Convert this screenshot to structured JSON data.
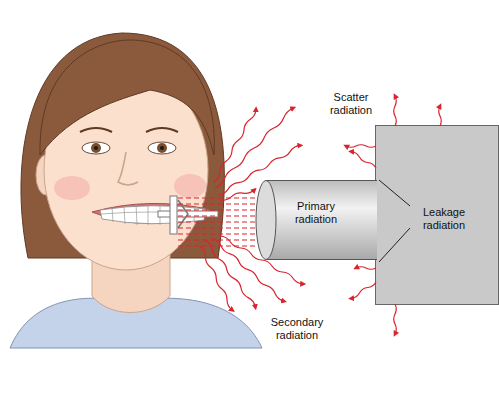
{
  "diagram": {
    "nodes": [
      {
        "text": [
          "Primary radiation"
        ]
      },
      {
        "text": [
          "Leakage radiation"
        ]
      }
    ],
    "labels": [
      "Scatter radiation",
      "Secondary radiation"
    ]
  }
}
